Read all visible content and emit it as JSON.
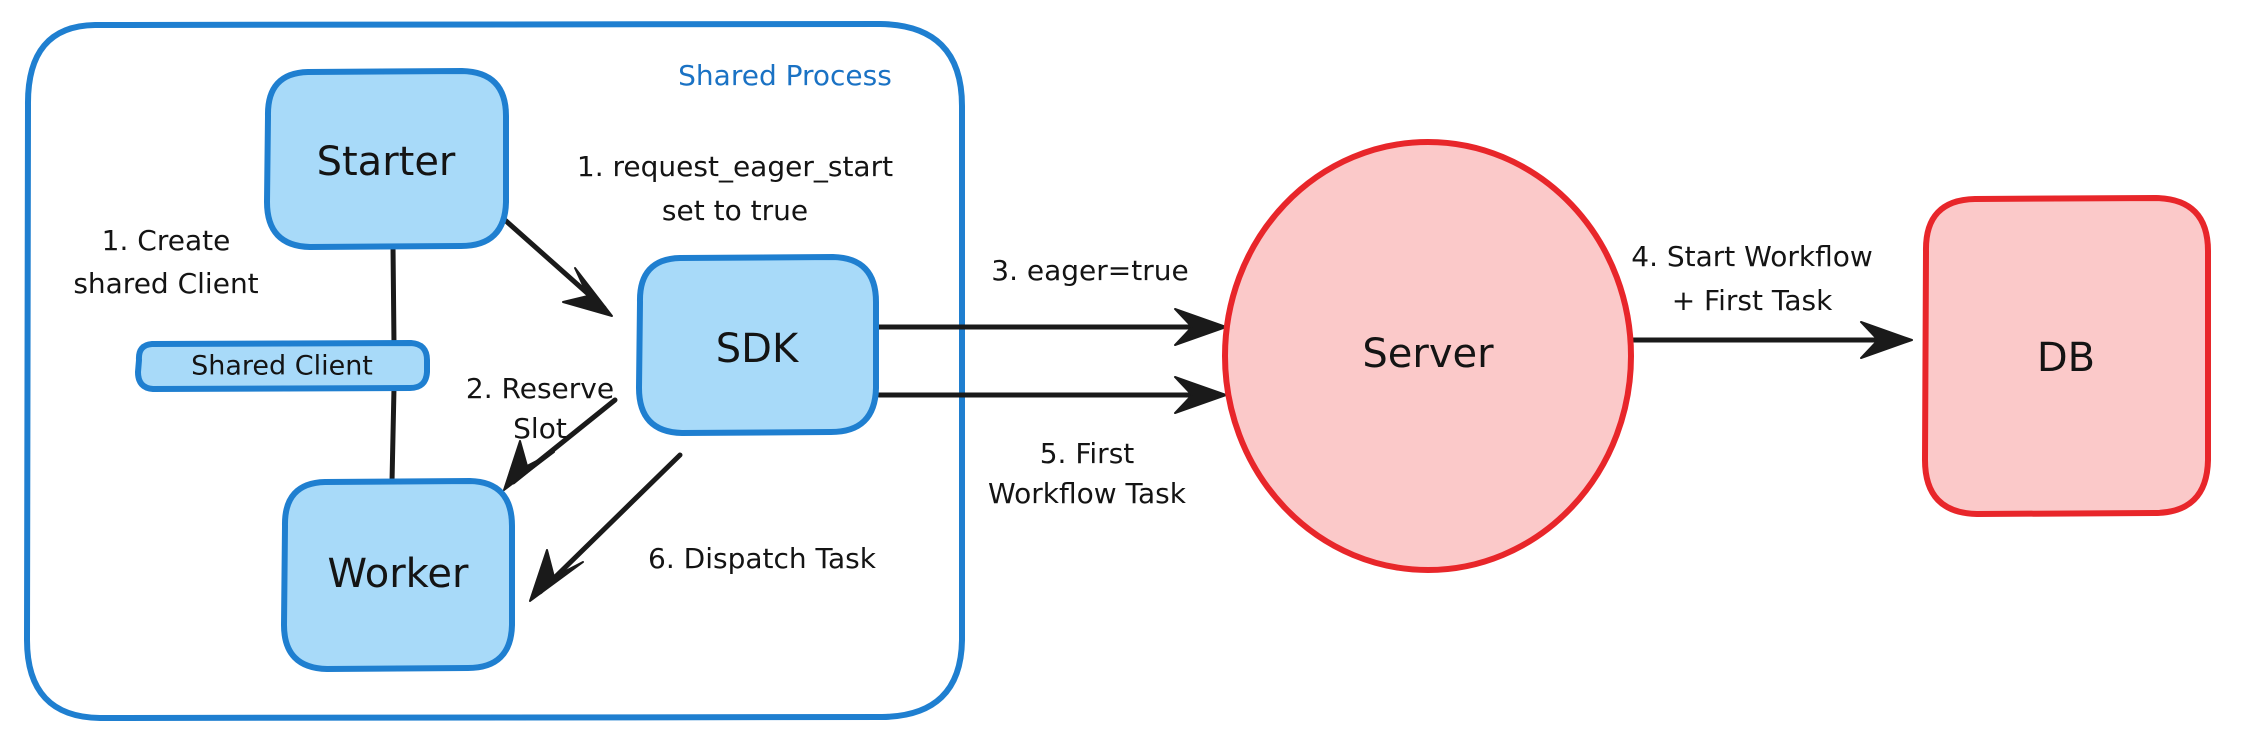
{
  "diagram": {
    "title": "Eager Workflow Start sequence diagram",
    "background": "#ffffff",
    "palette": {
      "blue_fill": "#a8daf9",
      "blue_stroke": "#1f7fd0",
      "red_fill": "#fbc9c9",
      "red_stroke": "#e8262a",
      "text": "#141414",
      "group_label": "#1a72c4",
      "edge": "#1a1a1a"
    },
    "groups": [
      {
        "id": "shared-process",
        "label": "Shared Process",
        "shape": "rounded-rect",
        "stroke": "#1f7fd0",
        "fill": "none"
      }
    ],
    "nodes": [
      {
        "id": "starter",
        "label": "Starter",
        "shape": "rounded-rect",
        "fill": "#a8daf9",
        "stroke": "#1f7fd0"
      },
      {
        "id": "shared-client",
        "label": "Shared Client",
        "shape": "rounded-rect",
        "fill": "#a8daf9",
        "stroke": "#1f7fd0"
      },
      {
        "id": "worker",
        "label": "Worker",
        "shape": "rounded-rect",
        "fill": "#a8daf9",
        "stroke": "#1f7fd0"
      },
      {
        "id": "sdk",
        "label": "SDK",
        "shape": "rounded-rect",
        "fill": "#a8daf9",
        "stroke": "#1f7fd0"
      },
      {
        "id": "server",
        "label": "Server",
        "shape": "ellipse",
        "fill": "#fbc9c9",
        "stroke": "#e8262a"
      },
      {
        "id": "db",
        "label": "DB",
        "shape": "rounded-rect",
        "fill": "#fbc9c9",
        "stroke": "#e8262a"
      }
    ],
    "edges": [
      {
        "id": "e-starter-client",
        "from": "starter",
        "to": "shared-client",
        "label": "1. Create\nshared Client",
        "label_line1": "1. Create",
        "label_line2": "shared Client",
        "arrow": false
      },
      {
        "id": "e-client-worker",
        "from": "shared-client",
        "to": "worker",
        "label": "",
        "arrow": false
      },
      {
        "id": "e-starter-sdk",
        "from": "starter",
        "to": "sdk",
        "label": "1. request_eager_start\nset to true",
        "label_line1": "1. request_eager_start",
        "label_line2": "set to true",
        "arrow": true
      },
      {
        "id": "e-sdk-worker-res",
        "from": "sdk",
        "to": "worker",
        "label": "2. Reserve\nSlot",
        "label_line1": "2. Reserve",
        "label_line2": "Slot",
        "arrow": true
      },
      {
        "id": "e-sdk-server-eager",
        "from": "sdk",
        "to": "server",
        "label": "3. eager=true",
        "label_line1": "3. eager=true",
        "label_line2": "",
        "arrow": true
      },
      {
        "id": "e-server-db",
        "from": "server",
        "to": "db",
        "label": "4. Start Workflow\n+ First Task",
        "label_line1": "4. Start Workflow",
        "label_line2": "+ First Task",
        "arrow": true
      },
      {
        "id": "e-sdk-server-task",
        "from": "sdk",
        "to": "server",
        "label": "5. First\nWorkflow Task",
        "label_line1": "5. First",
        "label_line2": "Workflow Task",
        "arrow": true
      },
      {
        "id": "e-sdk-worker-disp",
        "from": "sdk",
        "to": "worker",
        "label": "6. Dispatch Task",
        "label_line1": "6. Dispatch Task",
        "label_line2": "",
        "arrow": true
      }
    ]
  }
}
